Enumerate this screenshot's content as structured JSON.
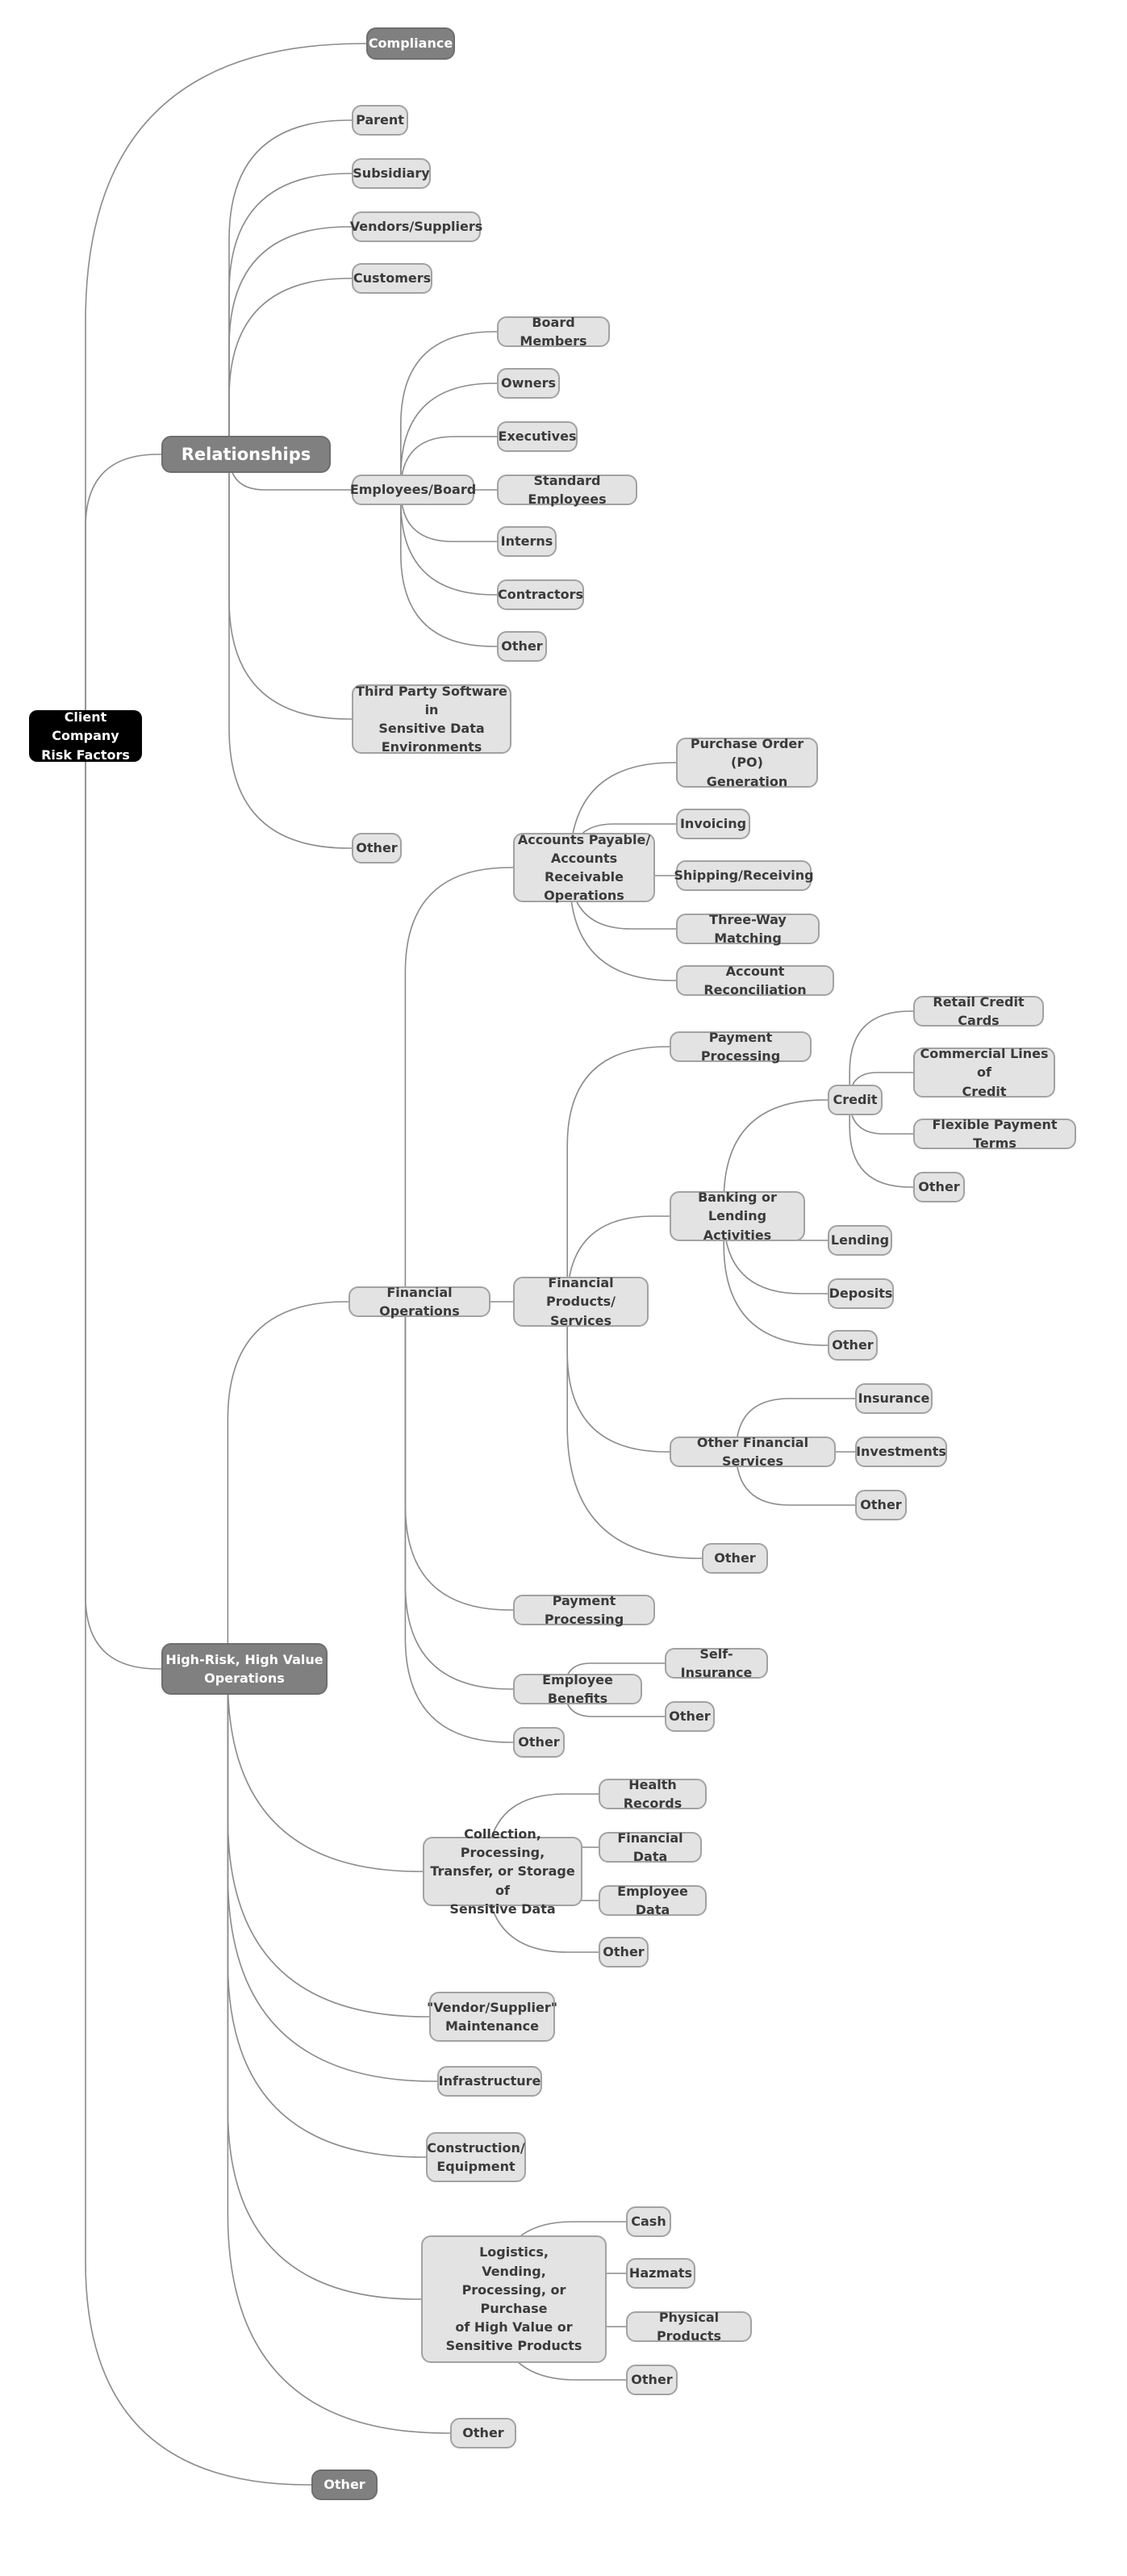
{
  "diagram": {
    "nodes": [
      {
        "id": "root",
        "text": "Client Company\nRisk Factors",
        "kind": "root"
      },
      {
        "id": "compliance",
        "text": "Compliance",
        "kind": "major",
        "parent": "root"
      },
      {
        "id": "relationships",
        "text": "Relationships",
        "kind": "major-big",
        "parent": "root"
      },
      {
        "id": "rel-parent",
        "text": "Parent",
        "kind": "leaf",
        "parent": "relationships"
      },
      {
        "id": "rel-subsidiary",
        "text": "Subsidiary",
        "kind": "leaf",
        "parent": "relationships"
      },
      {
        "id": "rel-vendors",
        "text": "Vendors/Suppliers",
        "kind": "leaf",
        "parent": "relationships"
      },
      {
        "id": "rel-customers",
        "text": "Customers",
        "kind": "leaf",
        "parent": "relationships"
      },
      {
        "id": "rel-employees",
        "text": "Employees/Board",
        "kind": "leaf",
        "parent": "relationships"
      },
      {
        "id": "emp-board",
        "text": "Board Members",
        "kind": "leaf",
        "parent": "rel-employees"
      },
      {
        "id": "emp-owners",
        "text": "Owners",
        "kind": "leaf",
        "parent": "rel-employees"
      },
      {
        "id": "emp-exec",
        "text": "Executives",
        "kind": "leaf",
        "parent": "rel-employees"
      },
      {
        "id": "emp-std",
        "text": "Standard Employees",
        "kind": "leaf",
        "parent": "rel-employees"
      },
      {
        "id": "emp-interns",
        "text": "Interns",
        "kind": "leaf",
        "parent": "rel-employees"
      },
      {
        "id": "emp-contractors",
        "text": "Contractors",
        "kind": "leaf",
        "parent": "rel-employees"
      },
      {
        "id": "emp-other",
        "text": "Other",
        "kind": "leaf",
        "parent": "rel-employees"
      },
      {
        "id": "rel-thirdparty",
        "text": "Third Party Software in\nSensitive Data\nEnvironments",
        "kind": "leaf",
        "parent": "relationships"
      },
      {
        "id": "rel-other",
        "text": "Other",
        "kind": "leaf",
        "parent": "relationships"
      },
      {
        "id": "hrhv",
        "text": "High-Risk, High Value\nOperations",
        "kind": "major",
        "parent": "root"
      },
      {
        "id": "finops",
        "text": "Financial Operations",
        "kind": "leaf",
        "parent": "hrhv"
      },
      {
        "id": "apar",
        "text": "Accounts Payable/\nAccounts Receivable\nOperations",
        "kind": "leaf",
        "parent": "finops"
      },
      {
        "id": "apar-po",
        "text": "Purchase Order (PO)\nGeneration",
        "kind": "leaf",
        "parent": "apar"
      },
      {
        "id": "apar-inv",
        "text": "Invoicing",
        "kind": "leaf",
        "parent": "apar"
      },
      {
        "id": "apar-ship",
        "text": "Shipping/Receiving",
        "kind": "leaf",
        "parent": "apar"
      },
      {
        "id": "apar-3way",
        "text": "Three-Way Matching",
        "kind": "leaf",
        "parent": "apar"
      },
      {
        "id": "apar-recon",
        "text": "Account Reconciliation",
        "kind": "leaf",
        "parent": "apar"
      },
      {
        "id": "fps",
        "text": "Financial Products/\nServices",
        "kind": "leaf",
        "parent": "finops"
      },
      {
        "id": "fps-pay",
        "text": "Payment Processing",
        "kind": "leaf",
        "parent": "fps"
      },
      {
        "id": "bank",
        "text": "Banking or Lending\nActivities",
        "kind": "leaf",
        "parent": "fps"
      },
      {
        "id": "credit",
        "text": "Credit",
        "kind": "leaf",
        "parent": "bank"
      },
      {
        "id": "credit-retail",
        "text": "Retail Credit Cards",
        "kind": "leaf",
        "parent": "credit"
      },
      {
        "id": "credit-comm",
        "text": "Commercial Lines of\nCredit",
        "kind": "leaf",
        "parent": "credit"
      },
      {
        "id": "credit-flex",
        "text": "Flexible Payment Terms",
        "kind": "leaf",
        "parent": "credit"
      },
      {
        "id": "credit-other",
        "text": "Other",
        "kind": "leaf",
        "parent": "credit"
      },
      {
        "id": "bank-lending",
        "text": "Lending",
        "kind": "leaf",
        "parent": "bank"
      },
      {
        "id": "bank-deposits",
        "text": "Deposits",
        "kind": "leaf",
        "parent": "bank"
      },
      {
        "id": "bank-other",
        "text": "Other",
        "kind": "leaf",
        "parent": "bank"
      },
      {
        "id": "ofs",
        "text": "Other Financial Services",
        "kind": "leaf",
        "parent": "fps"
      },
      {
        "id": "ofs-ins",
        "text": "Insurance",
        "kind": "leaf",
        "parent": "ofs"
      },
      {
        "id": "ofs-inv",
        "text": "Investments",
        "kind": "leaf",
        "parent": "ofs"
      },
      {
        "id": "ofs-other",
        "text": "Other",
        "kind": "leaf",
        "parent": "ofs"
      },
      {
        "id": "fps-other",
        "text": "Other",
        "kind": "leaf",
        "parent": "fps"
      },
      {
        "id": "fin-pay",
        "text": "Payment Processing",
        "kind": "leaf",
        "parent": "finops"
      },
      {
        "id": "empben",
        "text": "Employee Benefits",
        "kind": "leaf",
        "parent": "finops"
      },
      {
        "id": "empben-self",
        "text": "Self-Insurance",
        "kind": "leaf",
        "parent": "empben"
      },
      {
        "id": "empben-other",
        "text": "Other",
        "kind": "leaf",
        "parent": "empben"
      },
      {
        "id": "fin-other",
        "text": "Other",
        "kind": "leaf",
        "parent": "finops"
      },
      {
        "id": "sens",
        "text": "Collection, Processing,\nTransfer, or Storage of\nSensitive Data",
        "kind": "leaf",
        "parent": "hrhv"
      },
      {
        "id": "sens-health",
        "text": "Health Records",
        "kind": "leaf",
        "parent": "sens"
      },
      {
        "id": "sens-fin",
        "text": "Financial Data",
        "kind": "leaf",
        "parent": "sens"
      },
      {
        "id": "sens-emp",
        "text": "Employee Data",
        "kind": "leaf",
        "parent": "sens"
      },
      {
        "id": "sens-other",
        "text": "Other",
        "kind": "leaf",
        "parent": "sens"
      },
      {
        "id": "vsm",
        "text": "\"Vendor/Supplier\"\nMaintenance",
        "kind": "leaf",
        "parent": "hrhv"
      },
      {
        "id": "infra",
        "text": "Infrastructure",
        "kind": "leaf",
        "parent": "hrhv"
      },
      {
        "id": "constr",
        "text": "Construction/\nEquipment",
        "kind": "leaf",
        "parent": "hrhv"
      },
      {
        "id": "logi",
        "text": "Logistics,\nVending,\nProcessing, or\nPurchase\nof High Value or\nSensitive Products",
        "kind": "leaf",
        "parent": "hrhv"
      },
      {
        "id": "logi-cash",
        "text": "Cash",
        "kind": "leaf",
        "parent": "logi"
      },
      {
        "id": "logi-haz",
        "text": "Hazmats",
        "kind": "leaf",
        "parent": "logi"
      },
      {
        "id": "logi-phys",
        "text": "Physical Products",
        "kind": "leaf",
        "parent": "logi"
      },
      {
        "id": "logi-other",
        "text": "Other",
        "kind": "leaf",
        "parent": "logi"
      },
      {
        "id": "hrhv-other",
        "text": "Other",
        "kind": "leaf",
        "parent": "hrhv"
      },
      {
        "id": "root-other",
        "text": "Other",
        "kind": "major",
        "parent": "root"
      }
    ]
  },
  "colors": {
    "root_fill": "#000000",
    "major_fill": "#808080",
    "leaf_fill": "#e3e3e3",
    "leaf_border": "#a2a2a2",
    "connector": "#8c8c8c"
  }
}
